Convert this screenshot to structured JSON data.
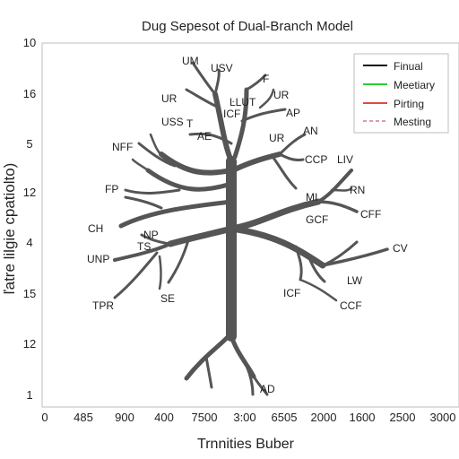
{
  "title": "Dug Sepesot of Dual-Branch Model",
  "xlabel": "Trnnities Buber",
  "ylabel": "ľatre lilgie cpatiolto)",
  "x_ticks": [
    "0",
    "485",
    "900",
    "400",
    "7500",
    "3:00",
    "6505",
    "2000",
    "1600",
    "2500",
    "3000"
  ],
  "y_ticks": [
    "10",
    "16",
    "5",
    "12",
    "4",
    "15",
    "12",
    "1"
  ],
  "legend": [
    {
      "label": "Finual",
      "color": "#111111",
      "dash": false
    },
    {
      "label": "Meetiary",
      "color": "#2ecc2e",
      "dash": false
    },
    {
      "label": "Pirting",
      "color": "#e04848",
      "dash": false
    },
    {
      "label": "Mesting",
      "color": "#cc7f8f",
      "dash": true
    }
  ],
  "tree_labels": [
    "UM",
    "USV",
    "F",
    "UR",
    "ĿLUT",
    "UR",
    "ICF",
    "AP",
    "USS",
    "T",
    "AE",
    "AN",
    "UR",
    "NFF",
    "CCP",
    "LIV",
    "FP",
    "RN",
    "MI",
    "CFF",
    "GCF",
    "CH",
    "NP",
    "TS",
    "UNP",
    "CV",
    "LW",
    "TPR",
    "SE",
    "ICF",
    "CCF",
    "AD"
  ],
  "tree_color": "#555555"
}
